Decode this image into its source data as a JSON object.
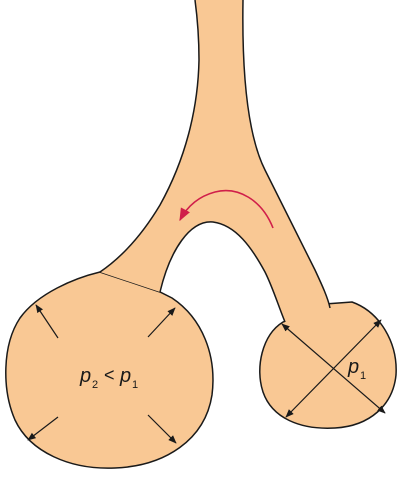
{
  "colors": {
    "tissue_fill": "#f9c894",
    "outline": "#1a1a1a",
    "flow_arrow": "#d01f4a",
    "pressure_arrow": "#1a1a1a"
  },
  "labels": {
    "big_alveolus": {
      "p_left": "p",
      "sub_left": "2",
      "comparator": "<",
      "p_right": "p",
      "sub_right": "1"
    },
    "small_alveolus": {
      "p": "p",
      "sub": "1"
    }
  },
  "icons": {
    "flow_arrow": "curved-arrow-left-icon",
    "pressure_arrows": "outward-double-arrow-icon"
  }
}
